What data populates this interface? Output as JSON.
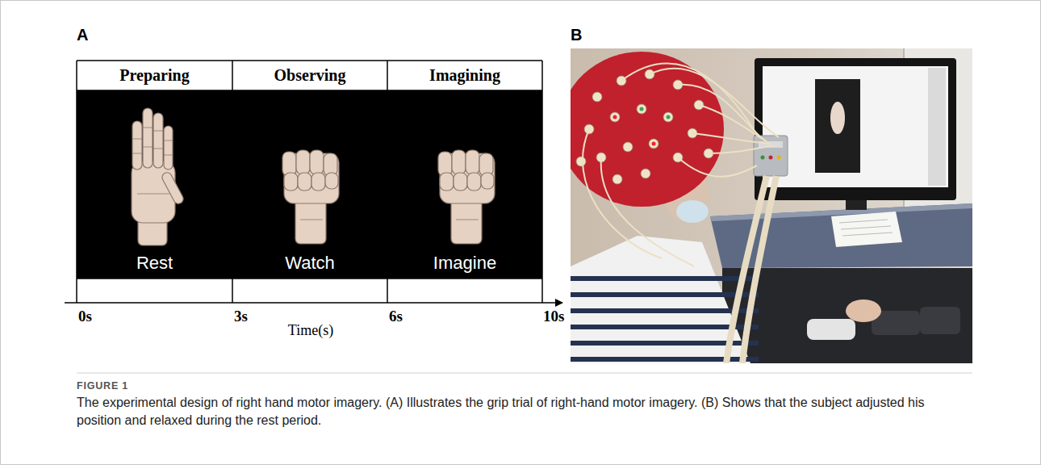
{
  "diagram": {
    "caption": "The experimental design of right hand motor imagery. (A) Illustrates the grip trial of right-hand motor imagery. (B) Shows that the subject adjusted his position and relaxed during the rest period.",
    "nodes": [
      {
        "text": [
          "Preparing"
        ]
      },
      {
        "text": [
          "Observing"
        ]
      },
      {
        "text": [
          "Imagining"
        ]
      },
      {
        "text": [
          "Rest"
        ]
      },
      {
        "text": [
          "Watch"
        ]
      },
      {
        "text": [
          "Imagine"
        ]
      }
    ],
    "labels": [
      "A",
      "B",
      "0s",
      "3s",
      "6s",
      "10s",
      "Time(s)",
      "FIGURE 1"
    ]
  }
}
